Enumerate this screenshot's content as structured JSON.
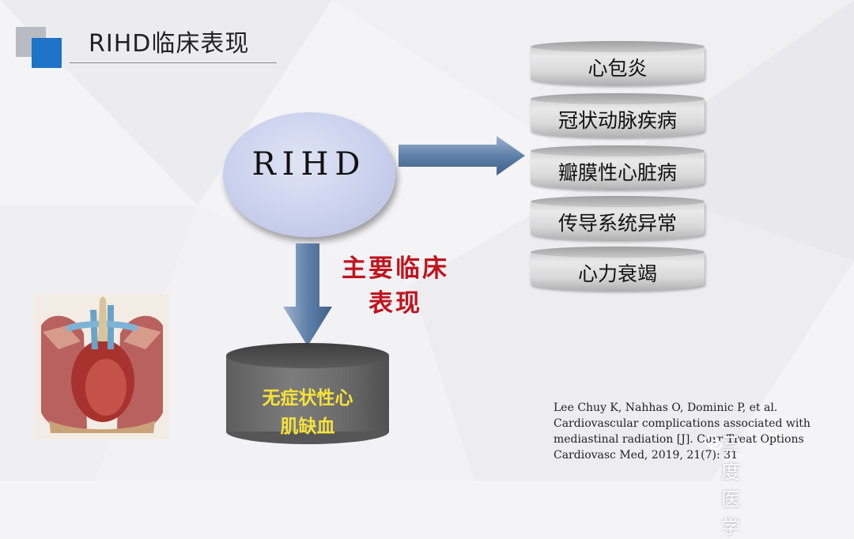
{
  "slide": {
    "title": "RIHD临床表现"
  },
  "center": {
    "label": "RIHD"
  },
  "manifestations": [
    "心包炎",
    "冠状动脉疾病",
    "瓣膜性心脏病",
    "传导系统异常",
    "心力衰竭"
  ],
  "main_label": {
    "line1": "主要临床",
    "line2": "表现"
  },
  "main_item": {
    "line1": "无症状性心",
    "line2": "肌缺血"
  },
  "reference": {
    "line1": "Lee Chuy K, Nahhas O, Dominic P, et al.",
    "line2": "Cardiovascular complications associated with",
    "line3": "mediastinal radiation [J]. Curr Treat Options",
    "line4": "Cardiovasc Med, 2019, 21(7): 31"
  },
  "watermark": {
    "text": "三度医学"
  },
  "colors": {
    "accent_blue": "#1e73c8",
    "arrow_blue": "#5f80a8",
    "main_label_red": "#c0141e",
    "cylinder_text_yellow": "#f6e23a"
  },
  "icons": {
    "watermark_icon": "wechat-icon",
    "illustration": "heart-lung-anatomy-illustration"
  }
}
